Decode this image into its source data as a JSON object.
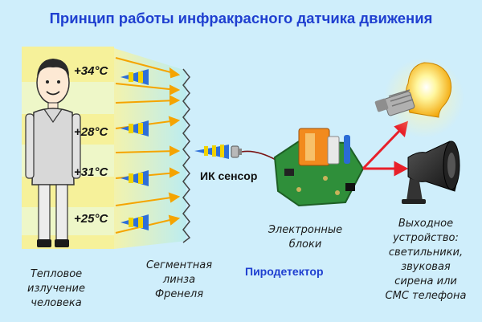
{
  "title": "Принцип работы инфракрасного датчика движения",
  "temperatures": [
    "+34°C",
    "+28°C",
    "+31°C",
    "+25°C"
  ],
  "labels": {
    "ir_sensor": "ИК сенсор",
    "pyrodetector": "Пиродетектор",
    "heat_radiation": [
      "Тепловое",
      "излучение",
      "человека"
    ],
    "fresnel_lens": [
      "Сегментная",
      "линза",
      "Френеля"
    ],
    "electronic_blocks": [
      "Электронные",
      "блоки"
    ],
    "output_device": [
      "Выходное",
      "устройство:",
      "светильники,",
      "звуковая",
      "сирена или",
      "СМС телефона"
    ]
  },
  "colors": {
    "title": "#1f3fd0",
    "background": "#cfeefb",
    "panel_yellow": "#f6f19a",
    "arrow_yellow": "#f5a400",
    "signal_red": "#e8202a",
    "pcb_green": "#2f8f3a"
  }
}
